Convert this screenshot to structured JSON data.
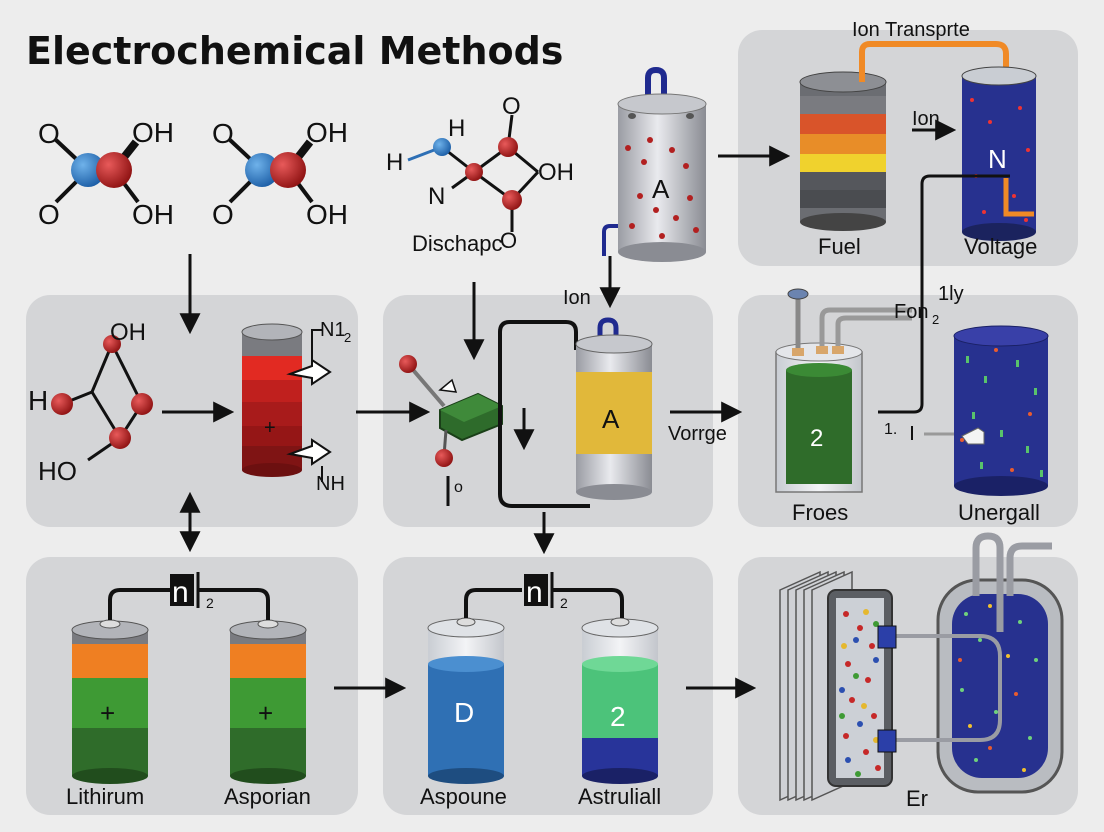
{
  "title": "Electrochemical Methods",
  "colors": {
    "background": "#ededed",
    "panel": "#d4d5d7",
    "battery_red": "#c0201e",
    "battery_orange": "#ef7f22",
    "battery_green": "#3e9a34",
    "electrolyte_blue": "#2f70b4",
    "electrolyte_green": "#4cc37a",
    "yellow_band": "#e1b83a",
    "navy_cell": "#27318f",
    "orange_path": "#f08a26"
  },
  "molecules": {
    "mol1": {
      "top_right": "OH",
      "bottom_right": "OH",
      "top_left": "O",
      "bottom_left": "O"
    },
    "mol2": {
      "top_right": "OH",
      "bottom_right": "OH",
      "top_left": "O",
      "bottom_left": "O"
    },
    "mol3": {
      "h_top": "H",
      "h_left": "H",
      "n": "N",
      "o_top": "O",
      "oh": "OH",
      "o_bottom": "O",
      "caption": "Dischapc"
    },
    "mol4": {
      "oh_top": "OH",
      "h_left": "H",
      "ho_bottom": "HO"
    }
  },
  "labels": {
    "cell_a_top": "A",
    "ion_under_a": "Ion",
    "ion_transport": "Ion Transprte",
    "ion_mid": "Ion",
    "cell_n": "N",
    "fuel": "Fuel",
    "voltage": "Voltage",
    "battery_tag_top": "N1",
    "battery_tag_top_sub": "2",
    "battery_tag_bottom": "NH",
    "battery_plus": "+",
    "o_small": "o",
    "cell_a_mid": "A",
    "vorrge": "Vorrge",
    "fon_main": "Fon",
    "fon_sub": "2",
    "fon_1y": "1ly",
    "frame_number": "2",
    "mark_1": "1.",
    "froes": "Froes",
    "unergall": "Unergall",
    "n2_left": "n",
    "n2_left_sub": "2",
    "plus_left": "+",
    "plus_right": "+",
    "lithium": "Lithirum",
    "asporian": "Asporian",
    "n2_mid": "n",
    "n2_mid_sub": "2",
    "beaker_d": "D",
    "beaker_2": "2",
    "aspoune": "Aspoune",
    "astruliall": "Astruliall",
    "er": "Er"
  }
}
